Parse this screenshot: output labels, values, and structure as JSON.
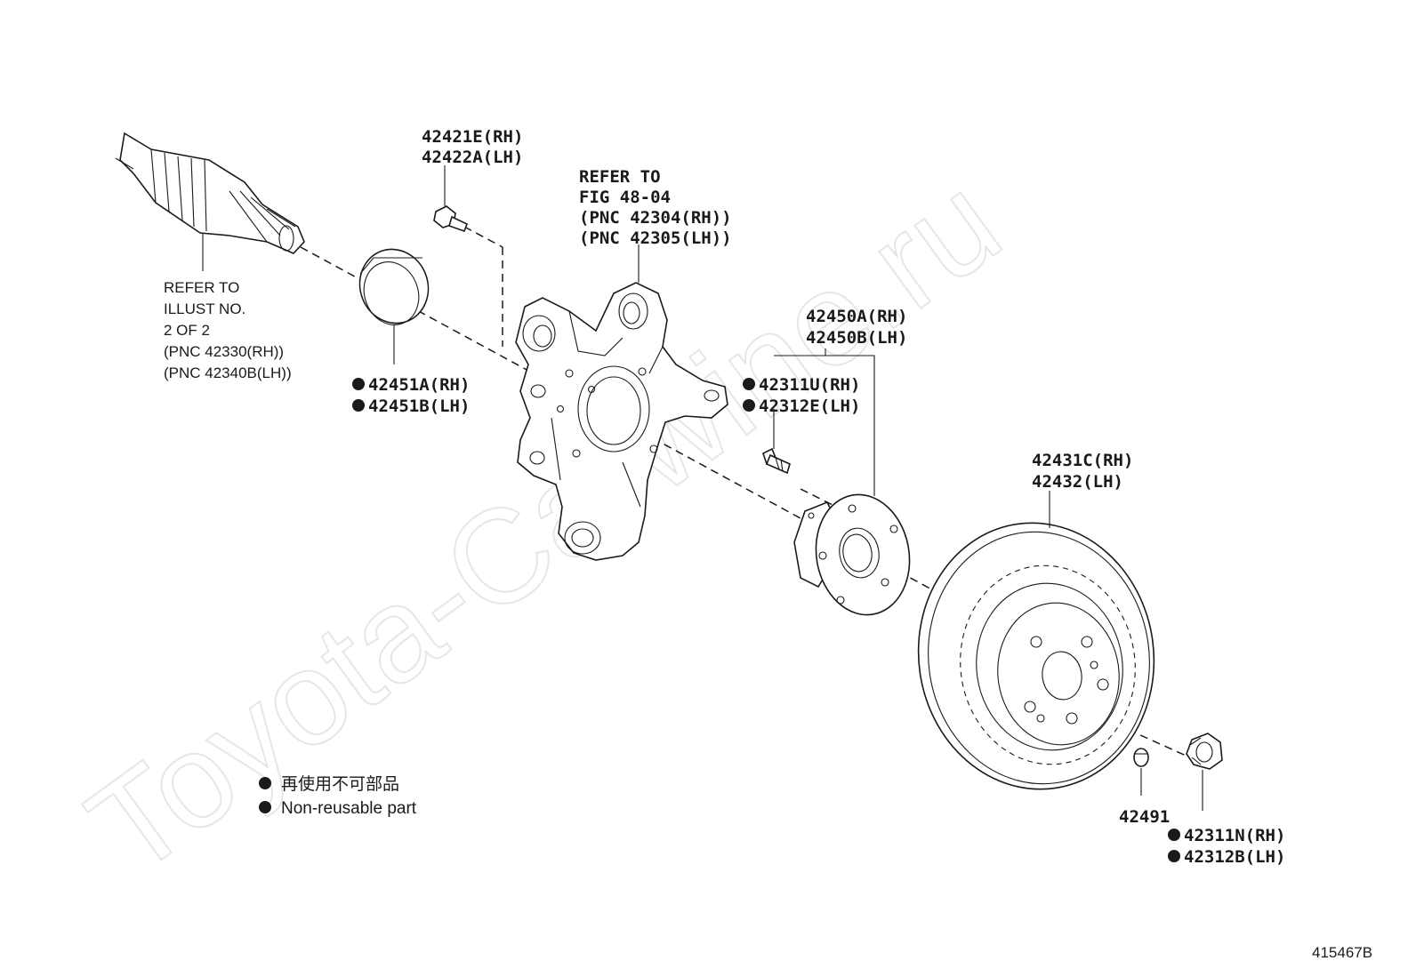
{
  "watermark": "Toyota-Carwine.ru",
  "labels": {
    "bolt_top": [
      "42421E(RH)",
      "42422A(LH)"
    ],
    "knuckle_ref": [
      "REFER TO",
      "FIG 48-04",
      "(PNC 42304(RH))",
      "(PNC 42305(LH))"
    ],
    "driveshaft_ref": [
      "REFER TO",
      "ILLUST NO.",
      "2 OF 2",
      "(PNC 42330(RH))",
      "(PNC 42340B(LH))"
    ],
    "seal": [
      "42451A(RH)",
      "42451B(LH)"
    ],
    "hub": [
      "42450A(RH)",
      "42450B(LH)"
    ],
    "hub_bolt": [
      "42311U(RH)",
      "42312E(LH)"
    ],
    "disc": [
      "42431C(RH)",
      "42432(LH)"
    ],
    "plug": "42491",
    "nut": [
      "42311N(RH)",
      "42312B(LH)"
    ]
  },
  "legend": {
    "line1": "再使用不可部品",
    "line2": "Non-reusable part"
  },
  "figure_id": "415467B",
  "colors": {
    "ink": "#1a1a1a",
    "watermark": "#e6e6e6",
    "background": "#ffffff"
  }
}
